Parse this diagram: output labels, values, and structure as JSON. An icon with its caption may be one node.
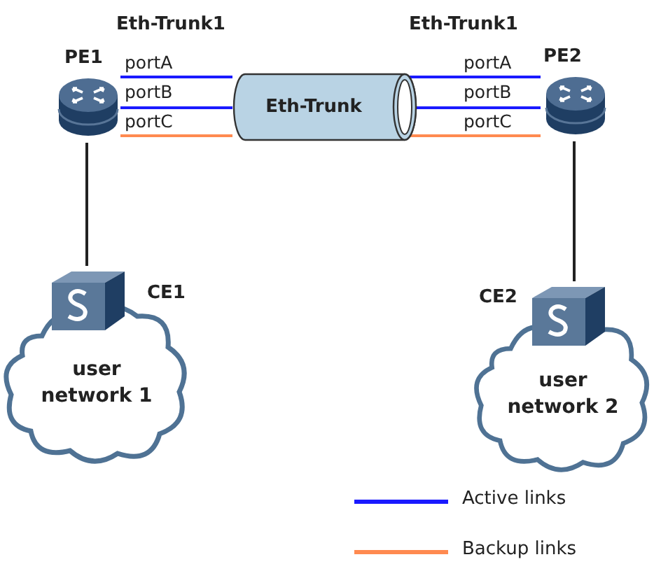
{
  "diagram": {
    "nodes": [
      {
        "text": [
          "PE1"
        ]
      },
      {
        "text": [
          "PE2"
        ]
      },
      {
        "text": [
          "Eth-Trunk"
        ]
      },
      {
        "text": [
          "CE1"
        ]
      },
      {
        "text": [
          "CE2"
        ]
      },
      {
        "text": [
          "user network 1"
        ]
      },
      {
        "text": [
          "user network 2"
        ]
      }
    ],
    "edges": [
      {
        "from": 0,
        "to": 2,
        "arrow": "none",
        "color": "#1a1aff"
      },
      {
        "from": 0,
        "to": 2,
        "arrow": "none",
        "color": "#1a1aff"
      },
      {
        "from": 0,
        "to": 2,
        "arrow": "none",
        "color": "#ff8a50"
      },
      {
        "from": 2,
        "to": 1,
        "arrow": "none",
        "color": "#1a1aff"
      },
      {
        "from": 2,
        "to": 1,
        "arrow": "none",
        "color": "#1a1aff"
      },
      {
        "from": 2,
        "to": 1,
        "arrow": "none",
        "color": "#ff8a50"
      },
      {
        "from": 0,
        "to": 3,
        "arrow": "none",
        "color": "#222222"
      },
      {
        "from": 1,
        "to": 4,
        "arrow": "none",
        "color": "#222222"
      }
    ],
    "labels": [
      "Eth-Trunk1",
      "Eth-Trunk1",
      "portA",
      "portA",
      "portB",
      "portB",
      "portC",
      "portC"
    ],
    "legend": [
      {
        "text": "Active links",
        "color": "#1a1aff"
      },
      {
        "text": "Backup links",
        "color": "#ff8a50"
      }
    ]
  }
}
